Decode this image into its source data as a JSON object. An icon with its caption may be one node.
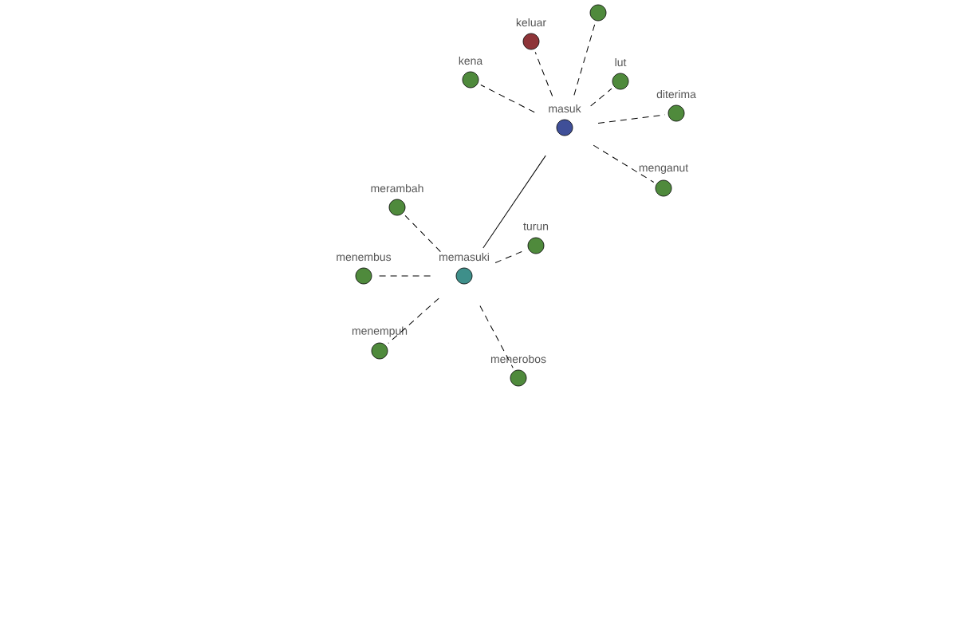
{
  "diagram": {
    "nodes": [
      {
        "text": [],
        "shape": "circle"
      },
      {
        "text": [
          "keluar"
        ]
      },
      {
        "text": [
          "kena"
        ]
      },
      {
        "text": [
          "lut"
        ]
      },
      {
        "text": [
          "masuk"
        ]
      },
      {
        "text": [
          "diterima"
        ]
      },
      {
        "text": [
          "menganut"
        ]
      },
      {
        "text": [
          "merambah"
        ]
      },
      {
        "text": [
          "turun"
        ]
      },
      {
        "text": [
          "menembus"
        ]
      },
      {
        "text": [
          "memasuki"
        ]
      },
      {
        "text": [
          "menempuh"
        ]
      },
      {
        "text": [
          "menerobos"
        ]
      }
    ],
    "edges": [
      {
        "from": 4,
        "to": 0,
        "arrow": "none",
        "style": "dashed"
      },
      {
        "from": 4,
        "to": 1,
        "arrow": "none",
        "style": "dashed"
      },
      {
        "from": 4,
        "to": 2,
        "arrow": "none",
        "style": "dashed"
      },
      {
        "from": 4,
        "to": 3,
        "arrow": "none",
        "style": "dashed"
      },
      {
        "from": 4,
        "to": 5,
        "arrow": "none",
        "style": "dashed"
      },
      {
        "from": 4,
        "to": 6,
        "arrow": "none",
        "style": "dashed"
      },
      {
        "from": 10,
        "to": 4,
        "arrow": "none"
      },
      {
        "from": 10,
        "to": 7,
        "arrow": "none",
        "style": "dashed"
      },
      {
        "from": 10,
        "to": 8,
        "arrow": "none",
        "style": "dashed"
      },
      {
        "from": 10,
        "to": 9,
        "arrow": "none",
        "style": "dashed"
      },
      {
        "from": 10,
        "to": 11,
        "arrow": "none",
        "style": "dashed"
      },
      {
        "from": 10,
        "to": 12,
        "arrow": "none",
        "style": "dashed"
      }
    ]
  }
}
